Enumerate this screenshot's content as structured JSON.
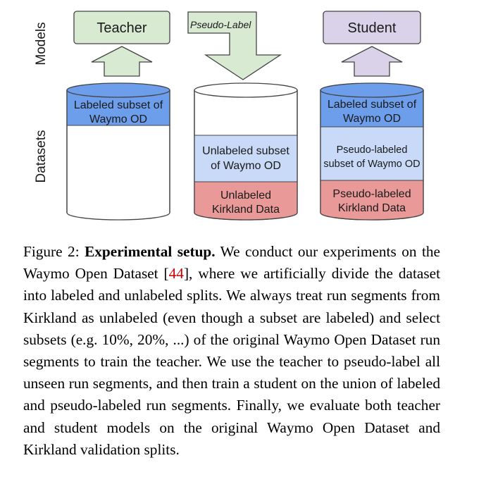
{
  "figure": {
    "row_labels": {
      "models": "Models",
      "datasets": "Datasets"
    },
    "models": {
      "teacher": "Teacher",
      "pseudo_label": "Pseudo-Label",
      "student": "Student"
    },
    "cylinders": {
      "teacher": {
        "labeled": [
          "Labeled subset of",
          "Waymo OD"
        ]
      },
      "middle": {
        "unlabeled_waymo": [
          "Unlabeled subset",
          "of Waymo OD"
        ],
        "unlabeled_kirkland": [
          "Unlabeled",
          "Kirkland Data"
        ]
      },
      "student": {
        "labeled": [
          "Labeled subset of",
          "Waymo OD"
        ],
        "pseudo_waymo": [
          "Pseudo-labeled",
          "subset of Waymo OD"
        ],
        "pseudo_kirkland": [
          "Pseudo-labeled",
          "Kirkland Data"
        ]
      }
    },
    "colors": {
      "teacher_box": "#d9ead3",
      "student_box": "#d9d2e9",
      "labeled": "#6d9eeb",
      "unlabeled": "#c9daf8",
      "kirkland": "#ea9999",
      "outline": "#444444"
    }
  },
  "caption": {
    "label": "Figure 2:",
    "title": "Experimental setup.",
    "text_1": "We conduct our experiments on the Waymo Open Dataset [",
    "citation": "44",
    "text_2": "], where we artificially divide the dataset into labeled and unlabeled splits. We always treat run segments from Kirkland as unlabeled (even though a subset are labeled) and select subsets (e.g. 10%, 20%, ...) of the original Waymo Open Dataset run segments to train the teacher. We use the teacher to pseudo-label all unseen run segments, and then train a student on the union of labeled and pseudo-labeled run segments. Finally, we evaluate both teacher and student models on the original Waymo Open Dataset and Kirkland validation splits."
  }
}
